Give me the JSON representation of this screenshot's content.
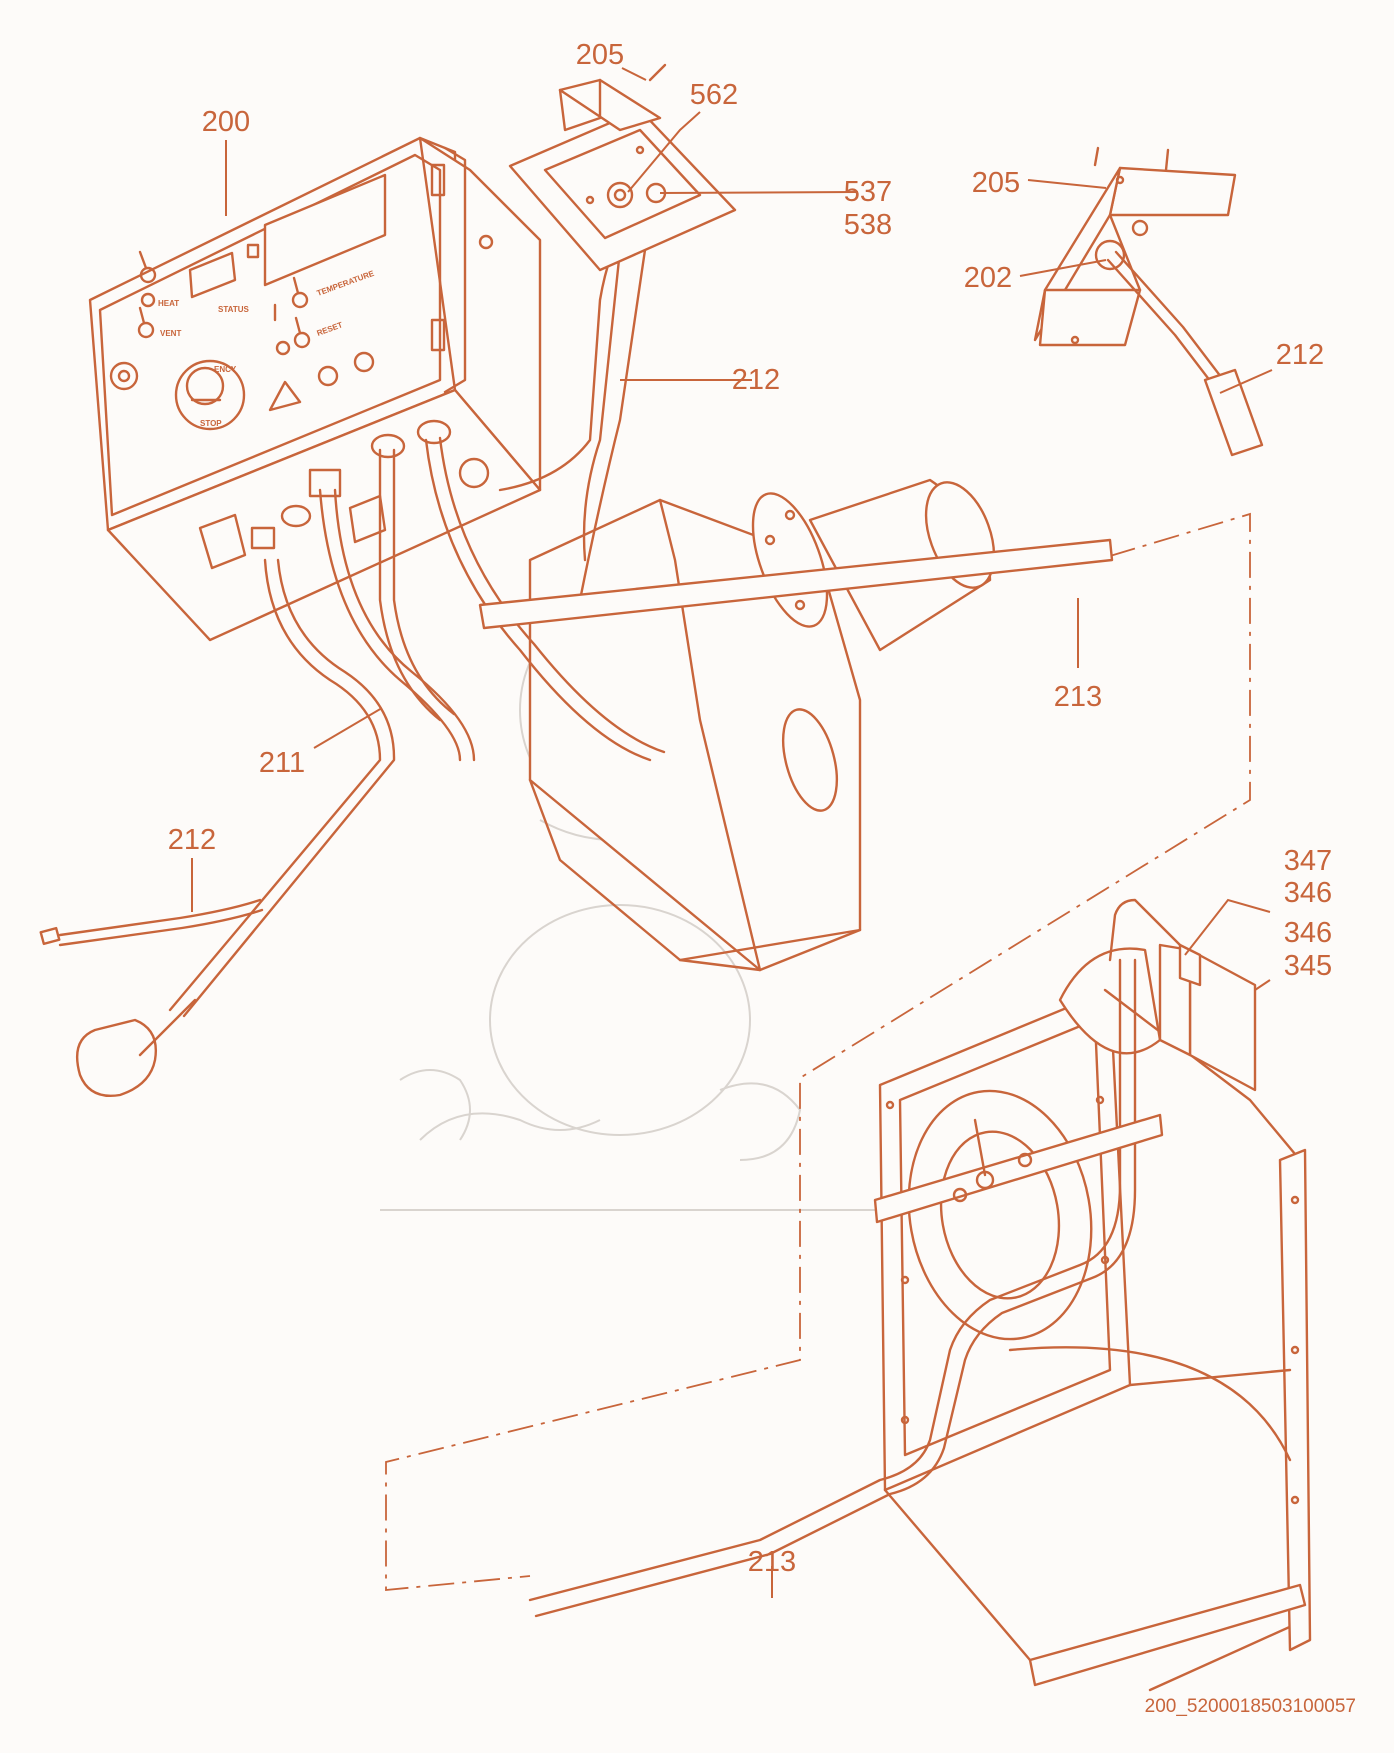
{
  "figure_id": "200_5200018503100057",
  "colors": {
    "ink": "#c8653b",
    "background": "#fdfbf9",
    "watermark": "#d9d4cf"
  },
  "panel_labels": {
    "heat": "HEAT",
    "vent": "VENT",
    "status": "STATUS",
    "temperature": "TEMPERATURE",
    "reset": "RESET",
    "emergency": "ENCY",
    "stop": "STOP"
  },
  "callouts": [
    {
      "id": "c200",
      "text": "200"
    },
    {
      "id": "c205a",
      "text": "205"
    },
    {
      "id": "c562",
      "text": "562"
    },
    {
      "id": "c537",
      "text": "537"
    },
    {
      "id": "c538",
      "text": "538"
    },
    {
      "id": "c205b",
      "text": "205"
    },
    {
      "id": "c202",
      "text": "202"
    },
    {
      "id": "c212a",
      "text": "212"
    },
    {
      "id": "c212b",
      "text": "212"
    },
    {
      "id": "c212c",
      "text": "212"
    },
    {
      "id": "c213a",
      "text": "213"
    },
    {
      "id": "c211",
      "text": "211"
    },
    {
      "id": "c347",
      "text": "347"
    },
    {
      "id": "c346a",
      "text": "346"
    },
    {
      "id": "c346b",
      "text": "346"
    },
    {
      "id": "c345",
      "text": "345"
    },
    {
      "id": "c213b",
      "text": "213"
    }
  ]
}
